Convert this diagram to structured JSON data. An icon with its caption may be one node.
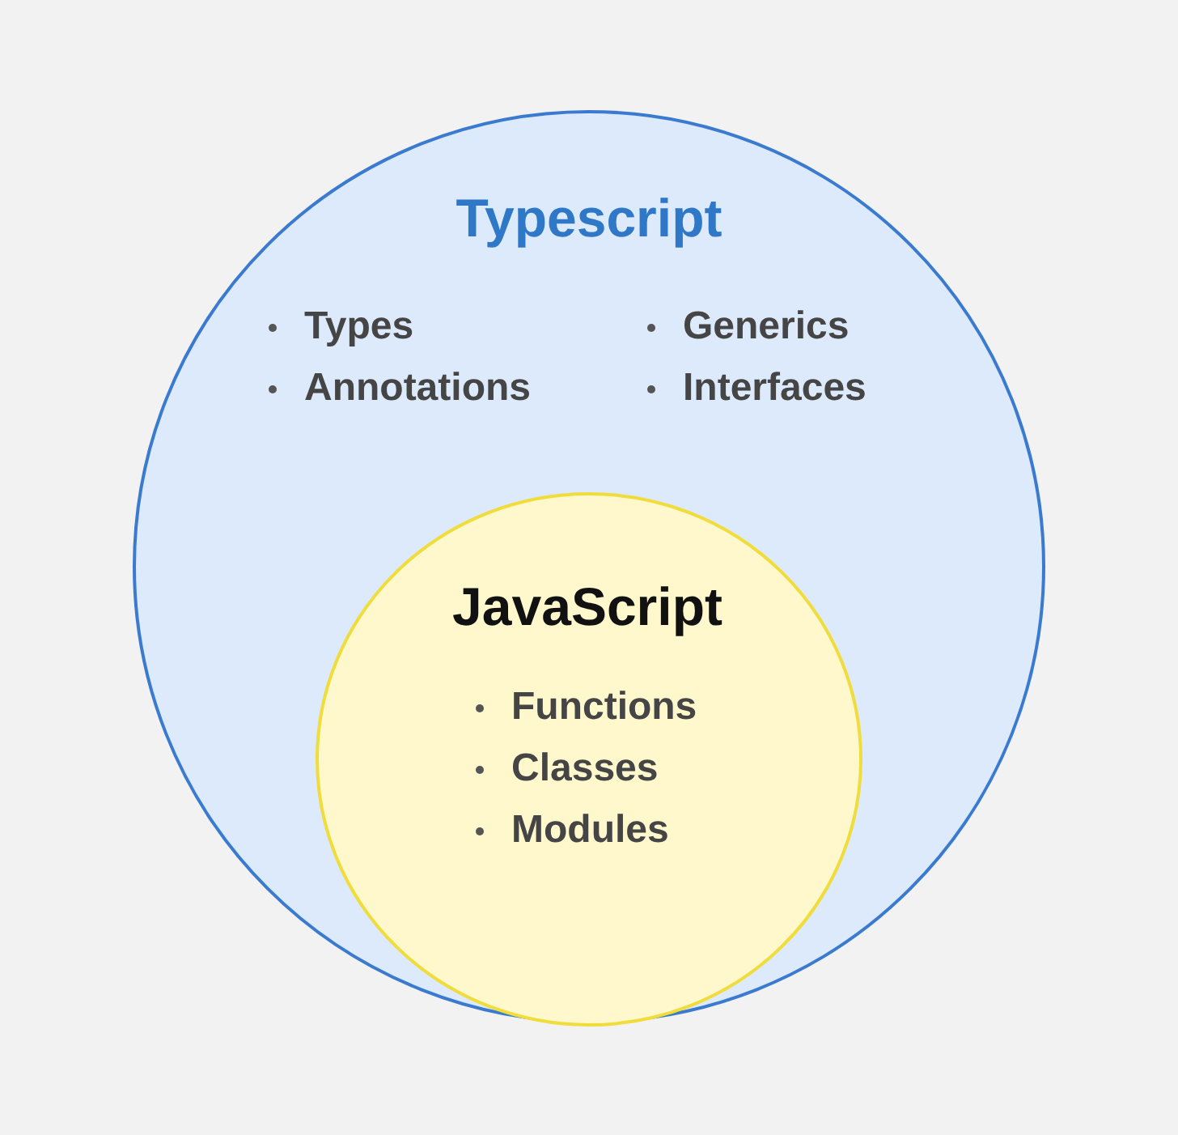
{
  "diagram": {
    "nodes": [
      {
        "text": [
          "Typescript",
          "Types",
          "Annotations",
          "Generics",
          "Interfaces"
        ]
      },
      {
        "text": [
          "JavaScript",
          "Functions",
          "Classes",
          "Modules"
        ],
        "in": 0
      }
    ]
  }
}
